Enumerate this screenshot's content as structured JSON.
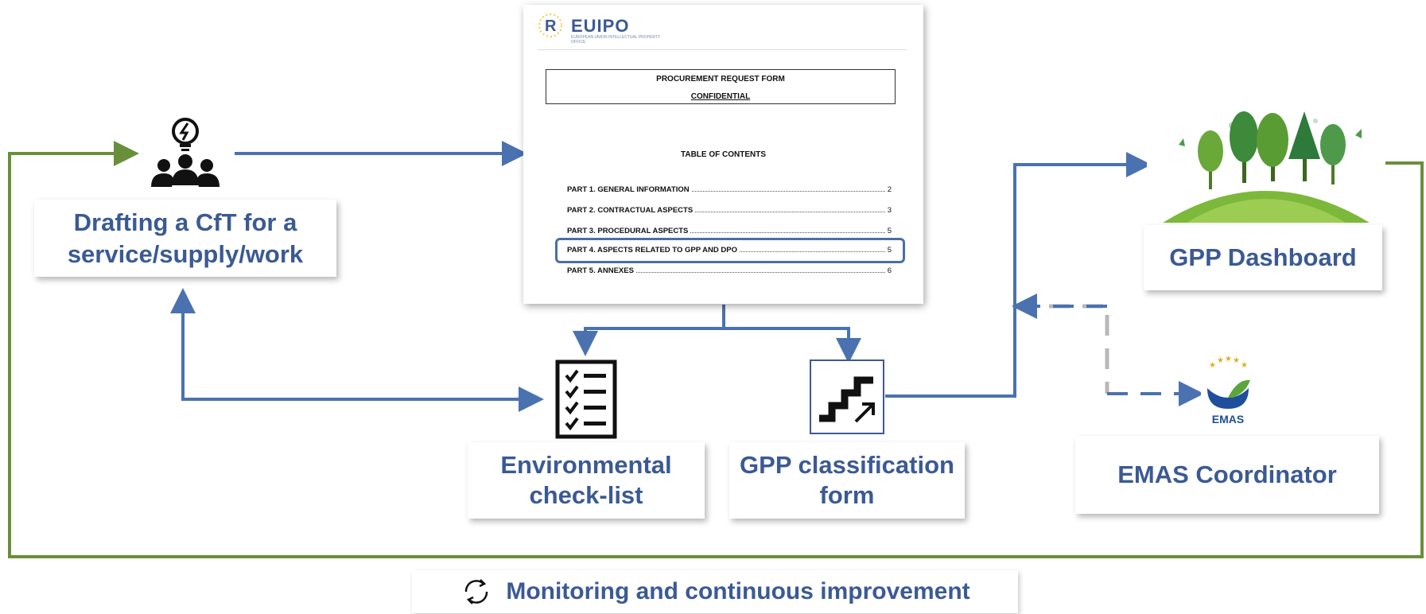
{
  "drafting": {
    "label_line1": "Drafting a CfT for a",
    "label_line2": "service/supply/work"
  },
  "document": {
    "logo_text": "EUIPO",
    "logo_sub": "EUROPEAN UNION INTELLECTUAL PROPERTY OFFICE",
    "form_title": "PROCUREMENT REQUEST FORM",
    "form_subtitle": "CONFIDENTIAL",
    "toc_title": "TABLE OF CONTENTS",
    "toc": [
      {
        "label": "PART 1. GENERAL INFORMATION",
        "page": "2"
      },
      {
        "label": "PART 2. CONTRACTUAL ASPECTS",
        "page": "3"
      },
      {
        "label": "PART 3. PROCEDURAL ASPECTS",
        "page": "5"
      },
      {
        "label": "PART 4. ASPECTS RELATED TO GPP AND DPO",
        "page": "5"
      },
      {
        "label": "PART 5. ANNEXES",
        "page": "6"
      }
    ]
  },
  "checklist": {
    "label_line1": "Environmental",
    "label_line2": "check-list"
  },
  "classification": {
    "label_line1": "GPP classification",
    "label_line2": "form"
  },
  "dashboard": {
    "label": "GPP Dashboard"
  },
  "emas": {
    "logo_text": "EMAS",
    "label": "EMAS Coordinator"
  },
  "monitoring": {
    "label": "Monitoring and continuous improvement"
  },
  "colors": {
    "blue": "#4a72b0",
    "green": "#6a8f3a",
    "text_blue": "#3b5a94",
    "grey_dash": "#b8b8b8"
  }
}
